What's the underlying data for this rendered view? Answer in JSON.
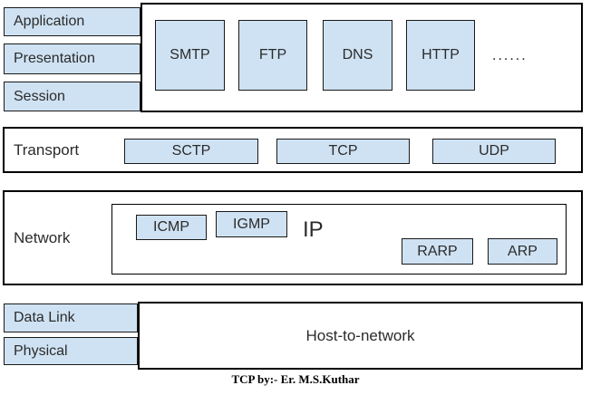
{
  "diagram": {
    "caption": "TCP by:- Er. M.S.Kuthar",
    "colors": {
      "box_fill": "#cfe2f3",
      "box_border": "#1a1a1a",
      "outline": "#000000",
      "text": "#2b2b2b"
    },
    "application_section": {
      "osi_layers": [
        "Application",
        "Presentation",
        "Session"
      ],
      "protocols": [
        "SMTP",
        "FTP",
        "DNS",
        "HTTP"
      ],
      "more_indicator": "......"
    },
    "transport_section": {
      "label": "Transport",
      "protocols": [
        "SCTP",
        "TCP",
        "UDP"
      ]
    },
    "network_section": {
      "label": "Network",
      "ip_label": "IP",
      "top_protocols": [
        "ICMP",
        "IGMP"
      ],
      "bottom_protocols": [
        "RARP",
        "ARP"
      ]
    },
    "link_section": {
      "osi_layers": [
        "Data Link",
        "Physical"
      ],
      "label": "Host-to-network"
    }
  }
}
